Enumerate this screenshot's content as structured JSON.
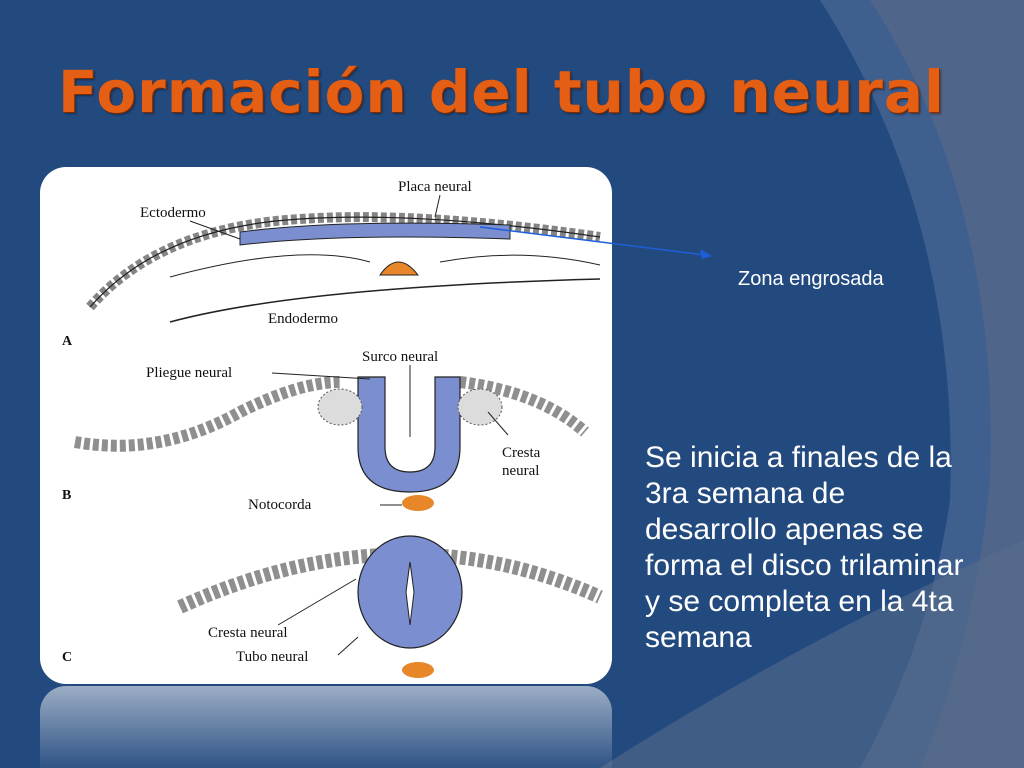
{
  "slide": {
    "title": "Formación del tubo neural",
    "annotation": "Zona engrosada",
    "body_text": "Se inicia a finales de la 3ra semana de desarrollo apenas se forma el disco trilaminar y se completa en la 4ta semana"
  },
  "figure": {
    "panel_a": {
      "letter": "A",
      "labels": {
        "placa_neural": "Placa neural",
        "ectodermo": "Ectodermo",
        "endodermo": "Endodermo"
      }
    },
    "panel_b": {
      "letter": "B",
      "labels": {
        "surco_neural": "Surco neural",
        "pliegue_neural": "Pliegue neural",
        "cresta_neural_1": "Cresta",
        "cresta_neural_2": "neural",
        "notocorda": "Notocorda"
      }
    },
    "panel_c": {
      "letter": "C",
      "labels": {
        "cresta_neural": "Cresta neural",
        "tubo_neural": "Tubo neural"
      }
    }
  },
  "colors": {
    "background": "#234a7f",
    "title": "#e45e14",
    "neural_tissue": "#7b8fd0",
    "notochord": "#e8862a",
    "arrow": "#1e5ed8"
  }
}
